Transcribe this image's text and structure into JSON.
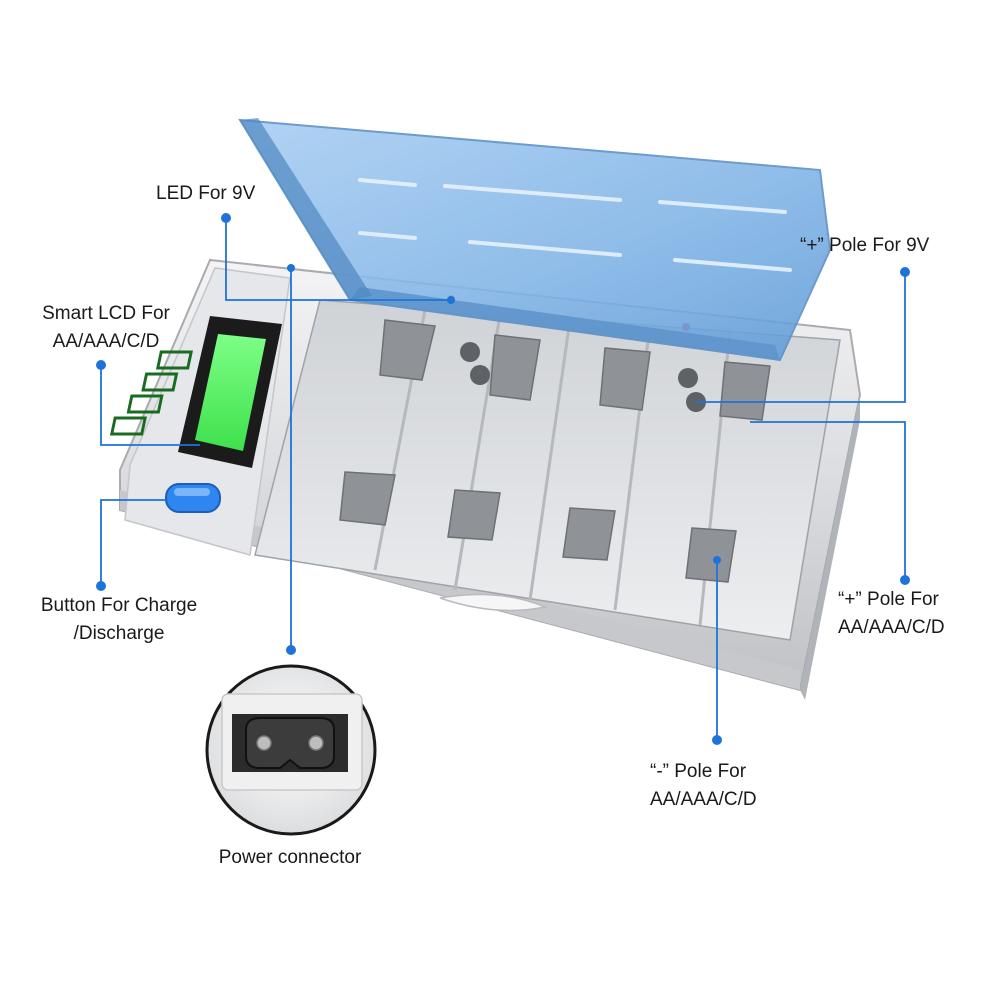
{
  "colors": {
    "callout_line": "#1e73d8",
    "lid": "#7fb3e6",
    "lcd": "#4cf25a",
    "button": "#2f86f0"
  },
  "callouts": {
    "led_9v": "LED  For 9V",
    "plus_9v": "“+”  Pole For 9V",
    "smart_lcd_line1": "Smart  LCD  For",
    "smart_lcd_line2": "AA/AAA/C/D",
    "plus_aa_line1": "“+”  Pole For",
    "plus_aa_line2": "AA/AAA/C/D",
    "button_line1": "Button For Charge",
    "button_line2": "/Discharge",
    "minus_aa_line1": "“-”  Pole For",
    "minus_aa_line2": "AA/AAA/C/D",
    "power_connector": "Power connector"
  }
}
